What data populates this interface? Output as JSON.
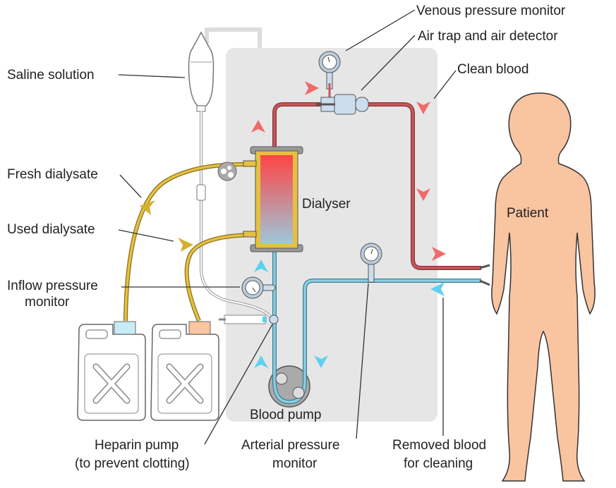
{
  "labels": {
    "venous_pressure_monitor": "Venous pressure monitor",
    "air_trap": "Air trap and air detector",
    "clean_blood": "Clean blood",
    "saline_solution": "Saline solution",
    "fresh_dialysate": "Fresh dialysate",
    "used_dialysate": "Used dialysate",
    "inflow_pressure_line1": "Inflow pressure",
    "inflow_pressure_line2": "monitor",
    "dialyser": "Dialyser",
    "patient": "Patient",
    "blood_pump": "Blood pump",
    "heparin_line1": "Heparin pump",
    "heparin_line2": "(to prevent clotting)",
    "arterial_line1": "Arterial pressure",
    "arterial_line2": "monitor",
    "removed_line1": "Removed blood",
    "removed_line2": "for cleaning"
  },
  "colors": {
    "clean_blood": "#b5464a",
    "arrow_red": "#f06a6a",
    "removed_blood": "#6fb3c8",
    "arrow_blue": "#5fd0f0",
    "dialysate": "#d4b030",
    "machine": "#e6e6e6",
    "patient": "#f9c4a0"
  }
}
